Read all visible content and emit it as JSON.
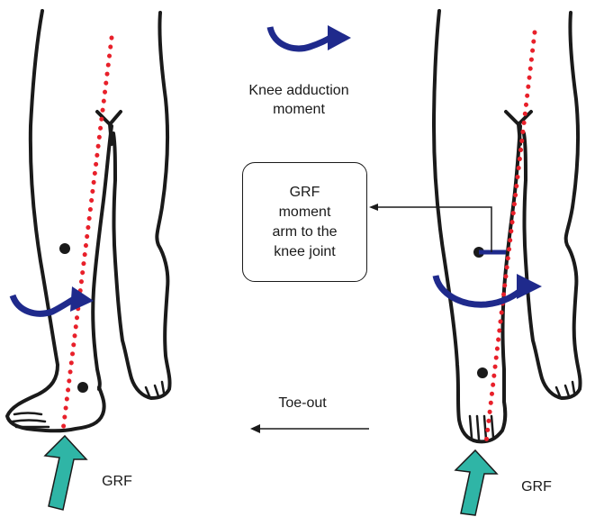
{
  "labels": {
    "moment_title_line1": "Knee adduction",
    "moment_title_line2": "moment",
    "callout_line1": "GRF",
    "callout_line2": "moment",
    "callout_line3": "arm to the",
    "callout_line4": "knee joint",
    "toe_out": "Toe-out",
    "grf_left": "GRF",
    "grf_right": "GRF"
  },
  "colors": {
    "outline": "#1a1a1a",
    "grf_line": "#e8202a",
    "moment_arrow": "#1f2a8c",
    "grf_arrow": "#2fb5a6"
  },
  "icons": {
    "moment_symbol": "curved-arrow-icon",
    "grf_arrow": "up-arrow-icon"
  }
}
